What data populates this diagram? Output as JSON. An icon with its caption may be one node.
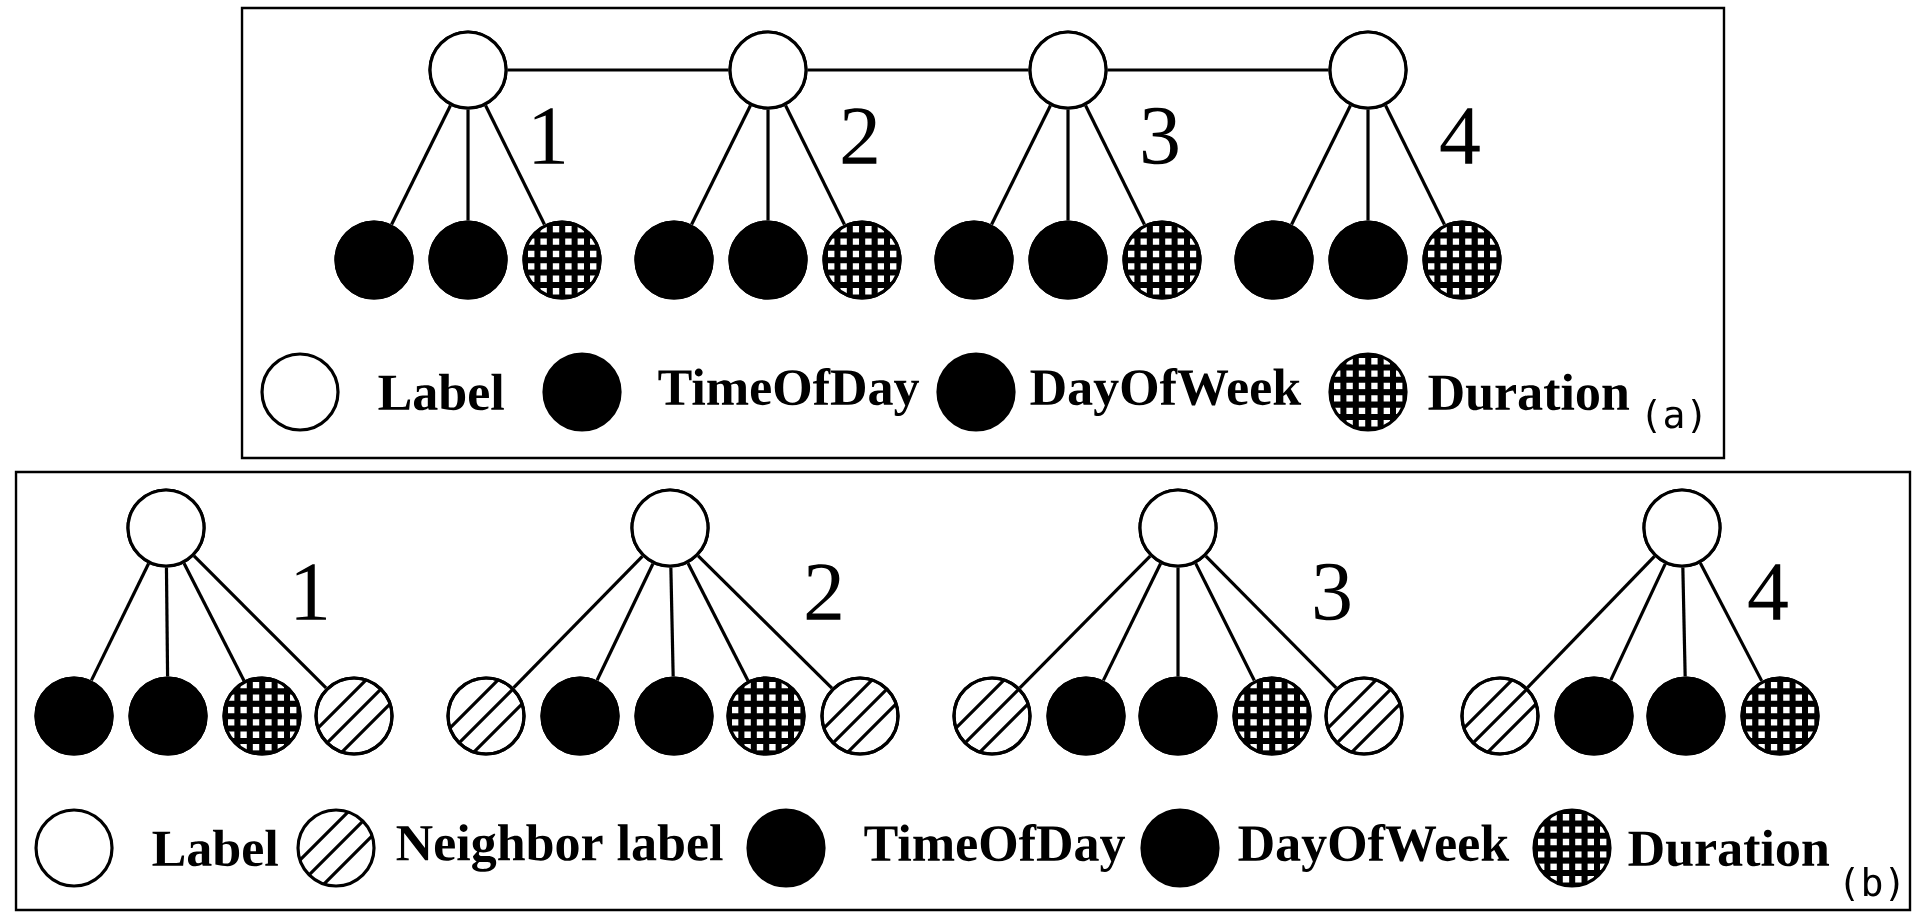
{
  "diagram": {
    "nodes": [
      {
        "text": [
          "(a)"
        ]
      },
      {
        "text": [],
        "shape": "circle",
        "in": 0
      },
      {
        "text": [],
        "shape": "circle",
        "in": 0
      },
      {
        "text": [],
        "shape": "circle",
        "in": 0
      },
      {
        "text": [],
        "shape": "circle",
        "in": 0
      },
      {
        "text": [],
        "shape": "circle",
        "in": 0
      },
      {
        "text": [],
        "shape": "circle",
        "in": 0
      },
      {
        "text": [],
        "shape": "circle",
        "in": 0
      },
      {
        "text": [],
        "shape": "circle",
        "in": 0
      },
      {
        "text": [],
        "shape": "circle",
        "in": 0
      },
      {
        "text": [],
        "shape": "circle",
        "in": 0
      },
      {
        "text": [],
        "shape": "circle",
        "in": 0
      },
      {
        "text": [],
        "shape": "circle",
        "in": 0
      },
      {
        "text": [],
        "shape": "circle",
        "in": 0
      },
      {
        "text": [],
        "shape": "circle",
        "in": 0
      },
      {
        "text": [],
        "shape": "circle",
        "in": 0
      },
      {
        "text": [],
        "shape": "circle",
        "in": 0
      },
      {
        "text": [
          "(b)"
        ]
      },
      {
        "text": [],
        "shape": "circle",
        "in": 17
      },
      {
        "text": [],
        "shape": "circle",
        "in": 17
      },
      {
        "text": [],
        "shape": "circle",
        "in": 17
      },
      {
        "text": [],
        "shape": "circle",
        "in": 17
      },
      {
        "text": [],
        "shape": "circle",
        "in": 17
      },
      {
        "text": [],
        "shape": "circle",
        "in": 17
      },
      {
        "text": [],
        "shape": "circle",
        "in": 17
      },
      {
        "text": [],
        "shape": "circle",
        "in": 17
      },
      {
        "text": [],
        "shape": "circle",
        "in": 17
      },
      {
        "text": [],
        "shape": "circle",
        "in": 17
      },
      {
        "text": [],
        "shape": "circle",
        "in": 17
      },
      {
        "text": [],
        "shape": "circle",
        "in": 17
      },
      {
        "text": [],
        "shape": "circle",
        "in": 17
      },
      {
        "text": [],
        "shape": "circle",
        "in": 17
      },
      {
        "text": [],
        "shape": "circle",
        "in": 17
      },
      {
        "text": [],
        "shape": "circle",
        "in": 17
      },
      {
        "text": [],
        "shape": "circle",
        "in": 17
      },
      {
        "text": [],
        "shape": "circle",
        "in": 17
      },
      {
        "text": [],
        "shape": "circle",
        "in": 17
      },
      {
        "text": [],
        "shape": "circle",
        "in": 17
      },
      {
        "text": [],
        "shape": "circle",
        "in": 17
      },
      {
        "text": [],
        "shape": "circle",
        "in": 17
      }
    ],
    "edges": [
      {
        "from": 1,
        "to": 2,
        "arrow": "none"
      },
      {
        "from": 2,
        "to": 3,
        "arrow": "none"
      },
      {
        "from": 3,
        "to": 4,
        "arrow": "none"
      },
      {
        "from": 1,
        "to": 5,
        "arrow": "none"
      },
      {
        "from": 1,
        "to": 6,
        "arrow": "none"
      },
      {
        "from": 1,
        "to": 7,
        "arrow": "none"
      },
      {
        "from": 2,
        "to": 8,
        "arrow": "none"
      },
      {
        "from": 2,
        "to": 9,
        "arrow": "none"
      },
      {
        "from": 2,
        "to": 10,
        "arrow": "none"
      },
      {
        "from": 3,
        "to": 11,
        "arrow": "none"
      },
      {
        "from": 3,
        "to": 12,
        "arrow": "none"
      },
      {
        "from": 3,
        "to": 13,
        "arrow": "none"
      },
      {
        "from": 4,
        "to": 14,
        "arrow": "none"
      },
      {
        "from": 4,
        "to": 15,
        "arrow": "none"
      },
      {
        "from": 4,
        "to": 16,
        "arrow": "none"
      },
      {
        "from": 18,
        "to": 22,
        "arrow": "none"
      },
      {
        "from": 18,
        "to": 23,
        "arrow": "none"
      },
      {
        "from": 18,
        "to": 24,
        "arrow": "none"
      },
      {
        "from": 18,
        "to": 25,
        "arrow": "none"
      },
      {
        "from": 19,
        "to": 26,
        "arrow": "none"
      },
      {
        "from": 19,
        "to": 27,
        "arrow": "none"
      },
      {
        "from": 19,
        "to": 28,
        "arrow": "none"
      },
      {
        "from": 19,
        "to": 29,
        "arrow": "none"
      },
      {
        "from": 19,
        "to": 30,
        "arrow": "none"
      },
      {
        "from": 20,
        "to": 31,
        "arrow": "none"
      },
      {
        "from": 20,
        "to": 32,
        "arrow": "none"
      },
      {
        "from": 20,
        "to": 33,
        "arrow": "none"
      },
      {
        "from": 20,
        "to": 34,
        "arrow": "none"
      },
      {
        "from": 20,
        "to": 35,
        "arrow": "none"
      },
      {
        "from": 21,
        "to": 36,
        "arrow": "none"
      },
      {
        "from": 21,
        "to": 37,
        "arrow": "none"
      },
      {
        "from": 21,
        "to": 38,
        "arrow": "none"
      },
      {
        "from": 21,
        "to": 39,
        "arrow": "none"
      }
    ],
    "labels": [
      "1",
      "2",
      "3",
      "4",
      "1",
      "2",
      "3",
      "4"
    ],
    "legend": [
      {
        "text": "Label"
      },
      {
        "text": "TimeOfDay",
        "color": "#000000"
      },
      {
        "text": "DayOfWeek",
        "color": "#000000"
      },
      {
        "text": "Duration"
      },
      {
        "text": "Label"
      },
      {
        "text": "Neighbor label"
      },
      {
        "text": "TimeOfDay",
        "color": "#000000"
      },
      {
        "text": "DayOfWeek",
        "color": "#000000"
      },
      {
        "text": "Duration"
      }
    ]
  }
}
